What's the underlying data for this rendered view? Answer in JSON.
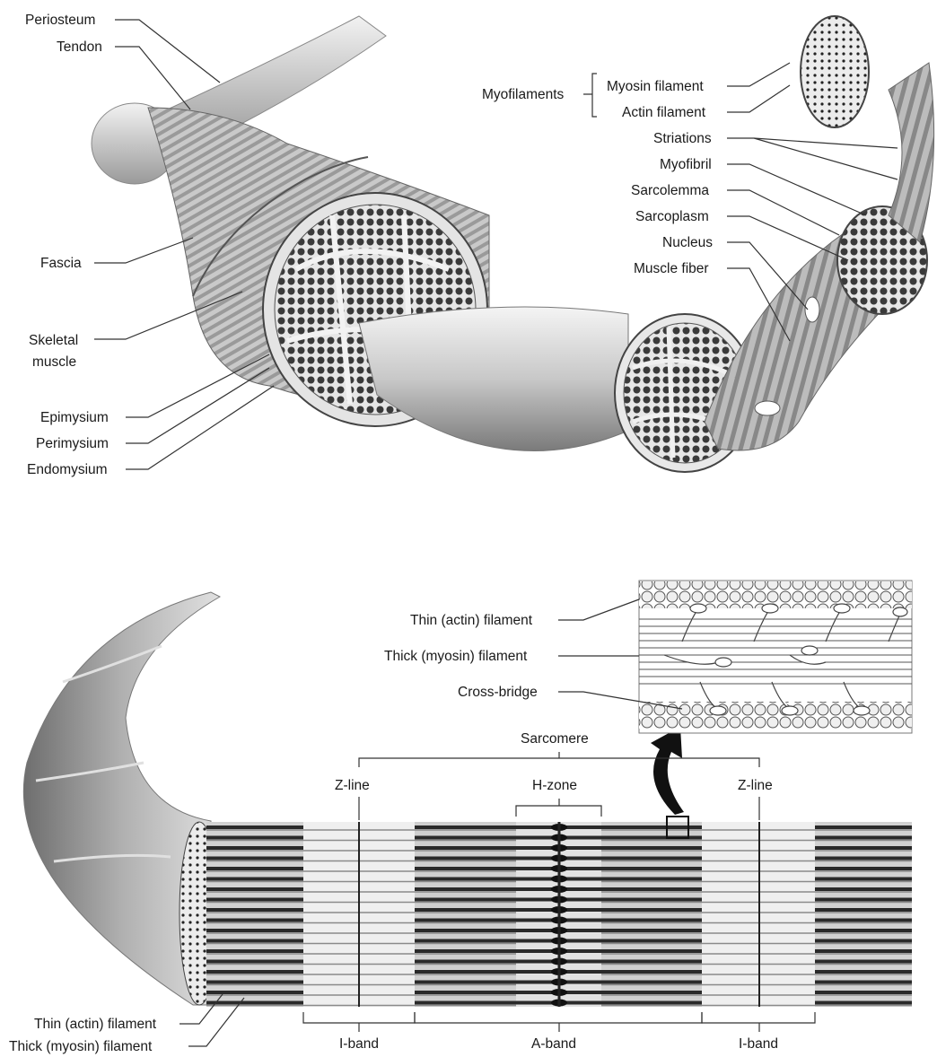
{
  "top_panel": {
    "left_labels": {
      "periosteum": "Periosteum",
      "tendon": "Tendon",
      "fascia": "Fascia",
      "skeletal_muscle_1": "Skeletal",
      "skeletal_muscle_2": "muscle",
      "epimysium": "Epimysium",
      "perimysium": "Perimysium",
      "endomysium": "Endomysium"
    },
    "right_labels": {
      "myofilaments": "Myofilaments",
      "myosin_filament": "Myosin filament",
      "actin_filament": "Actin filament",
      "striations": "Striations",
      "myofibril": "Myofibril",
      "sarcolemma": "Sarcolemma",
      "sarcoplasm": "Sarcoplasm",
      "nucleus": "Nucleus",
      "muscle_fiber": "Muscle fiber"
    }
  },
  "bottom_panel": {
    "inset_labels": {
      "thin_filament": "Thin (actin) filament",
      "thick_filament": "Thick (myosin) filament",
      "cross_bridge": "Cross-bridge"
    },
    "sarcomere": "Sarcomere",
    "z_line_left": "Z-line",
    "z_line_right": "Z-line",
    "h_zone": "H-zone",
    "i_band_left": "I-band",
    "a_band": "A-band",
    "i_band_right": "I-band",
    "bottom_left_thin": "Thin (actin) filament",
    "bottom_left_thick": "Thick (myosin) filament"
  },
  "colors": {
    "ink": "#1a1a1a",
    "dark_band": "#3a3a3a",
    "light_band": "#d9d9d9",
    "tissue": "#bdbdbd",
    "bundle": "#4a4a4a"
  }
}
